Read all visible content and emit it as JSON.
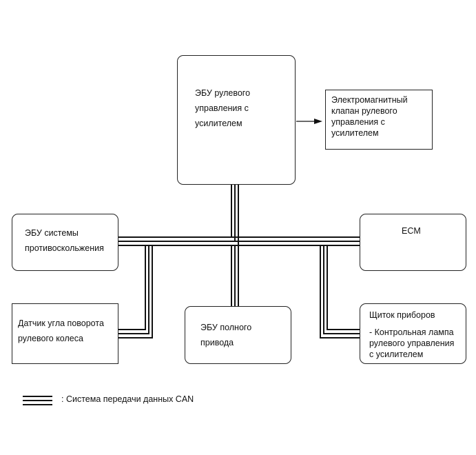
{
  "nodes": {
    "power_steering_ecu": "ЭБУ рулевого\nуправления с\nусилителем",
    "solenoid_valve": "Электромагнитный\nклапан рулевого\nуправления с\nусилителем",
    "skid_control_ecu": "ЭБУ системы\nпротивоскольжения",
    "ecm": "ECM",
    "steering_angle_sensor": "Датчик угла поворота\nрулевого колеса",
    "four_wd_ecu": "ЭБУ полного\nпривода",
    "combination_meter": "Щиток приборов",
    "combination_meter_sub": "- Контрольная лампа\nрулевого управления\nс усилителем"
  },
  "legend": {
    "label": ":   Система передачи данных CAN"
  }
}
